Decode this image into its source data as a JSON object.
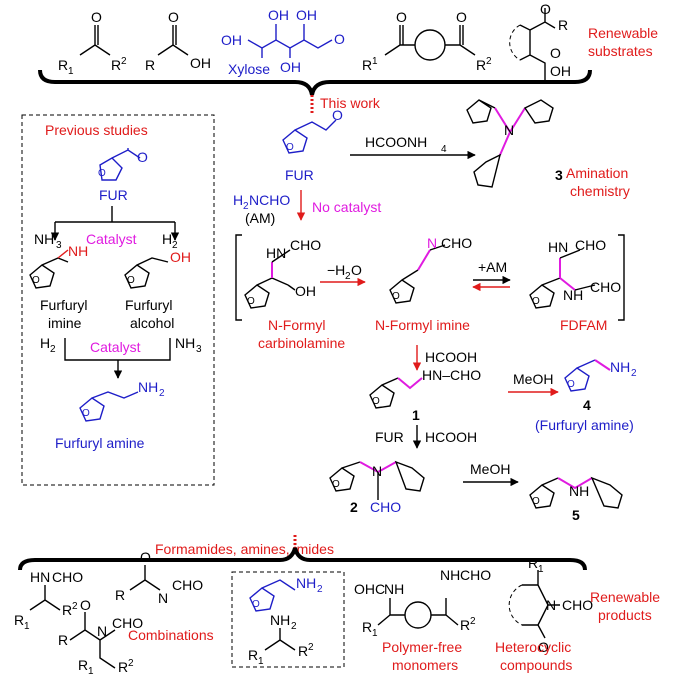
{
  "header": {
    "renewable_substrates": [
      "Renewable",
      "substrates"
    ],
    "xylose": "Xylose",
    "this_work": "This work"
  },
  "substituents": {
    "r": "R",
    "r1": "R",
    "r2": "R",
    "oh": "OH",
    "o": "O",
    "one": "1",
    "two": "2"
  },
  "previous": {
    "title": "Previous studies",
    "fur": "FUR",
    "nh3_left": "NH",
    "catalyst": "Catalyst",
    "h2": "H",
    "nh": "NH",
    "oh": "OH",
    "furfuryl_imine": [
      "Furfuryl",
      "imine"
    ],
    "furfuryl_alcohol": [
      "Furfuryl",
      "alcohol"
    ],
    "h2_bottom": "H",
    "nh3_bottom": "NH",
    "catalyst_bottom": "Catalyst",
    "nh2": "NH",
    "furfuryl_amine": "Furfuryl amine"
  },
  "main": {
    "fur": "FUR",
    "hcoonh4": "HCOONH",
    "h2ncho": "H",
    "h2ncho_rest": "NCHO",
    "am": "(AM)",
    "no_catalyst": "No catalyst",
    "product3": "3",
    "amination": [
      "Amination",
      "chemistry"
    ],
    "carbinolamine_label": [
      "N-Formyl",
      "carbinolamine"
    ],
    "minus_h2o": "−H",
    "minus_h2o_rest": "O",
    "plus_am": "+AM",
    "imine_label": "N-Formyl imine",
    "fdfam_label": "FDFAM",
    "hcooh": "HCOOH",
    "cho": "CHO",
    "hn_cho": "HN",
    "n_cho": "N",
    "hn_cho_chain": "HN–CHO",
    "product1": "1",
    "meoh1": "MeOH",
    "product4": "4",
    "furfuryl_amine": "(Furfuryl amine)",
    "fur2": "FUR",
    "hcooh2": "HCOOH",
    "product2": "2",
    "meoh2": "MeOH",
    "product5": "5",
    "nh_label": "NH",
    "n_label": "N",
    "h_label": "H",
    "oh_label": "OH"
  },
  "footer": {
    "formamides": "Formamides, amines, imides",
    "renewable_products": [
      "Renewable",
      "products"
    ],
    "combinations": "Combinations",
    "polymer_free": [
      "Polymer-free",
      "monomers"
    ],
    "heterocyclic": [
      "Heterocyclic",
      "compounds"
    ],
    "hn_cho": "HN",
    "cho": "CHO",
    "n_cho": "N",
    "ohc": "OHC",
    "nh2": "NH"
  },
  "colors": {
    "red": "#e01b1b",
    "blue": "#1e1ec8",
    "magenta": "#e01be0",
    "black": "#000000"
  }
}
